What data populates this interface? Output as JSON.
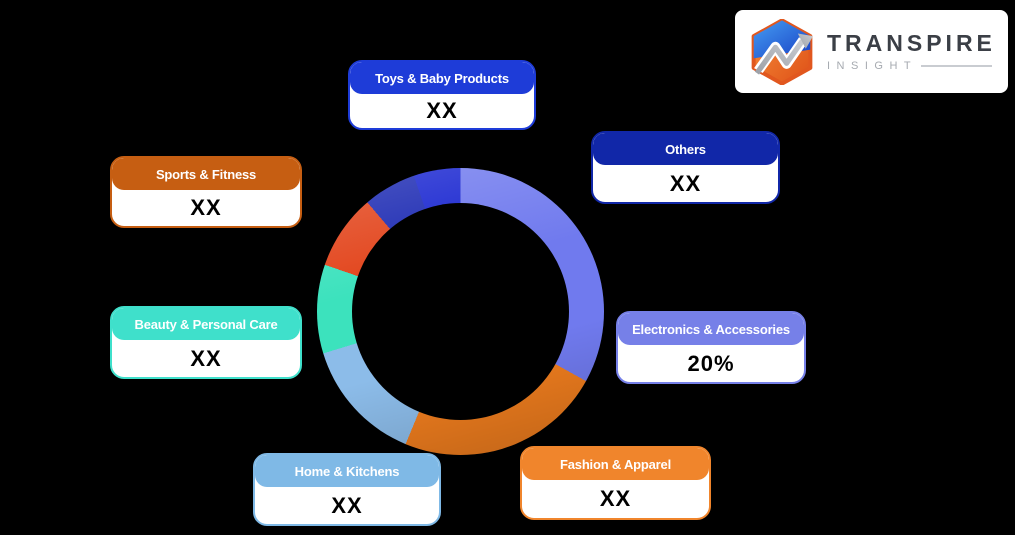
{
  "background_color": "#000000",
  "logo": {
    "title": "TRANSPIRE",
    "subtitle": "INSIGHT",
    "title_color": "#3b3f46",
    "subtitle_color": "#a6aab0",
    "icon": "transpire-hexagon-arrow-logo"
  },
  "chart_data": {
    "type": "pie",
    "subtype": "donut",
    "title": "",
    "legend_position": "callout-boxes-around-chart",
    "hole_ratio": 0.755,
    "segments": [
      {
        "label": "Electronics & Accessories",
        "displayed_value": "20%",
        "approx_percent_drawn": 33,
        "start_deg": 0,
        "end_deg": 119,
        "color": "#707AEE"
      },
      {
        "label": "Fashion & Apparel",
        "displayed_value": "XX",
        "approx_percent_drawn": 23,
        "start_deg": 119,
        "end_deg": 202.5,
        "color": "#EF7D1E"
      },
      {
        "label": "Home & Kitchens",
        "displayed_value": "XX",
        "approx_percent_drawn": 14,
        "start_deg": 202.5,
        "end_deg": 253,
        "color": "#8CBCE9"
      },
      {
        "label": "Beauty & Personal Care",
        "displayed_value": "XX",
        "approx_percent_drawn": 10,
        "start_deg": 253,
        "end_deg": 289,
        "color": "#3CE2BD"
      },
      {
        "label": "Sports & Fitness",
        "displayed_value": "XX",
        "approx_percent_drawn": 8.5,
        "start_deg": 289,
        "end_deg": 319.5,
        "color": "#E2431A"
      },
      {
        "label": "Others",
        "displayed_value": "XX",
        "approx_percent_drawn": 6,
        "start_deg": 319.5,
        "end_deg": 341,
        "color": "#1A28B2"
      },
      {
        "label": "Toys & Baby Products",
        "displayed_value": "XX",
        "approx_percent_drawn": 5.5,
        "start_deg": 341,
        "end_deg": 360,
        "color": "#1623D0"
      }
    ]
  },
  "callouts": [
    {
      "name": "Toys & Baby Products",
      "value": "XX",
      "color": "#1E3CD8"
    },
    {
      "name": "Others",
      "value": "XX",
      "color": "#1127A8"
    },
    {
      "name": "Sports & Fitness",
      "value": "XX",
      "color": "#C65E12"
    },
    {
      "name": "Beauty & Personal Care",
      "value": "XX",
      "color": "#3FE0CB"
    },
    {
      "name": "Electronics & Accessories",
      "value": "20%",
      "color": "#7680E8"
    },
    {
      "name": "Home & Kitchens",
      "value": "XX",
      "color": "#7FB9E6"
    },
    {
      "name": "Fashion & Apparel",
      "value": "XX",
      "color": "#F0852C"
    }
  ]
}
